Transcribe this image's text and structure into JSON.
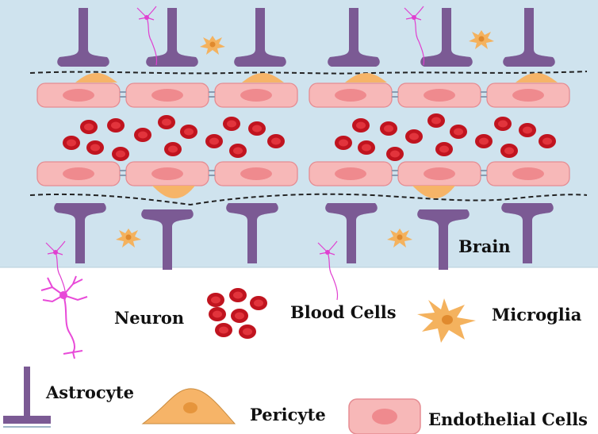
{
  "diagram": {
    "region_label": "Brain",
    "legend": {
      "neuron": "Neuron",
      "blood_cells": "Blood Cells",
      "microglia": "Microglia",
      "astrocyte": "Astrocyte",
      "pericyte": "Pericyte",
      "endothelial": "Endothelial Cells"
    },
    "colors": {
      "background": "#cfe3ee",
      "endothelial_fill": "#f7b8b8",
      "endothelial_nucleus": "#ef8a8e",
      "blood_cell": "#c0141f",
      "astrocyte": "#7b5a94",
      "pericyte": "#f6b468",
      "microglia": "#f4b25e",
      "neuron": "#e040d0"
    }
  }
}
